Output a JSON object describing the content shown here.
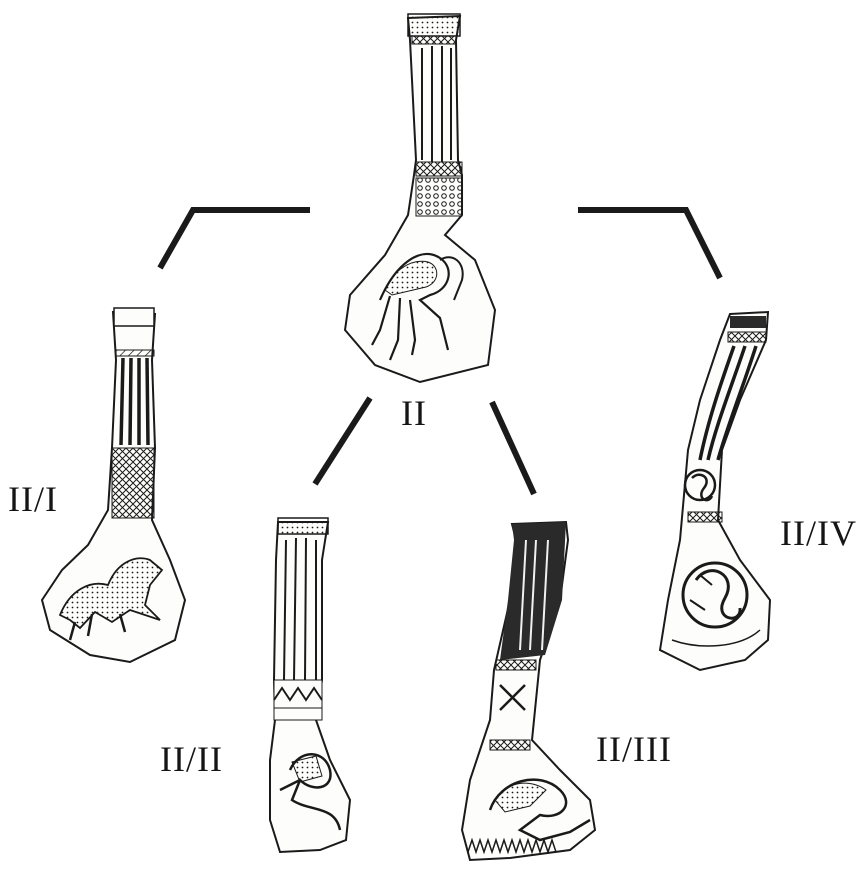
{
  "figure": {
    "axes": [
      {
        "id": "II",
        "label": "II"
      },
      {
        "id": "II-I",
        "label": "II/I"
      },
      {
        "id": "II-II",
        "label": "II/II"
      },
      {
        "id": "II-III",
        "label": "II/III"
      },
      {
        "id": "II-IV",
        "label": "II/IV"
      }
    ],
    "connectors": [
      {
        "from": "II",
        "to": "II-I"
      },
      {
        "from": "II",
        "to": "II-II"
      },
      {
        "from": "II",
        "to": "II-III"
      },
      {
        "from": "II",
        "to": "II-IV"
      }
    ],
    "colors": {
      "ink": "#1a1a1a",
      "paper": "#fdfdfb",
      "dark_fill": "#2a2a2a"
    }
  }
}
